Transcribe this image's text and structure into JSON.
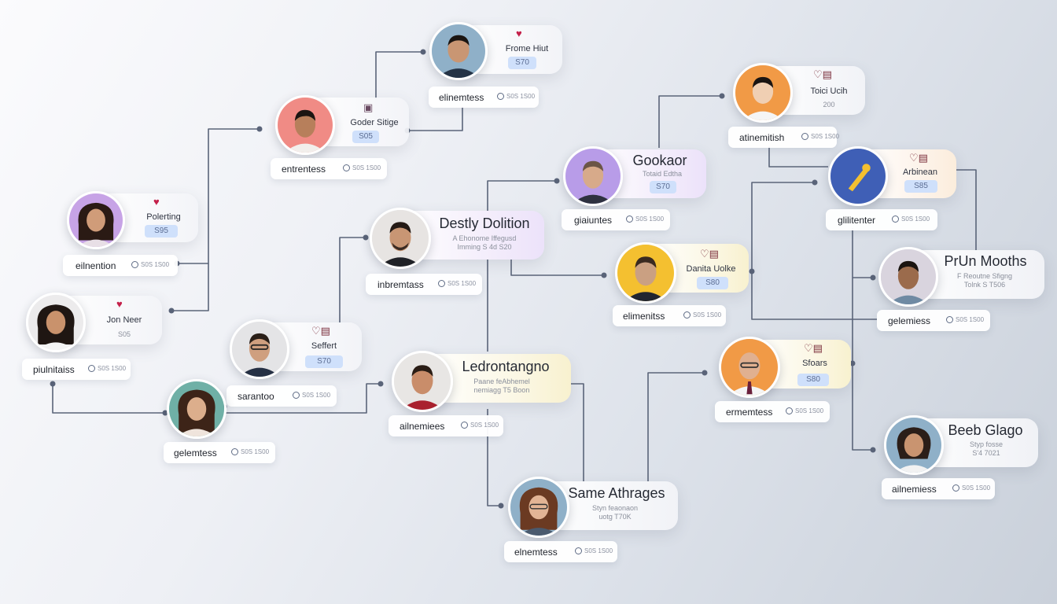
{
  "colors": {
    "connector": "#5a6479",
    "dot": "#5a6479",
    "pill_bg": "#cfe0fb",
    "avatar_backgrounds": {
      "coral": "#f08b85",
      "lavender": "#b89ce8",
      "orange": "#f19a46",
      "yellow": "#f4c030",
      "teal": "#6fb0a6",
      "steelblue": "#8fb0c8",
      "pink": "#f2c2cf",
      "navy": "#3f5fb6"
    }
  },
  "nodes": [
    {
      "id": "frome",
      "name": "Frome Hiut",
      "value": "S70",
      "label": "elinemtess",
      "icon": "heart-pin-icon"
    },
    {
      "id": "goder",
      "name": "Goder Sitige",
      "value": "S05",
      "label": "entrentess",
      "icon": "box-icon"
    },
    {
      "id": "toicu",
      "name": "Toici Ucih",
      "value": "200",
      "label": "atinemitish",
      "icon": "pin-box-icon"
    },
    {
      "id": "gookaor",
      "name": "Gookaor",
      "sub": "Totaid Edtha",
      "value": "S70",
      "label": "giaiuntes",
      "icon": ""
    },
    {
      "id": "arbinean",
      "name": "Arbinean",
      "value": "S85",
      "label": "glilitenter",
      "icon": "pin-box-icon"
    },
    {
      "id": "polerting",
      "name": "Polerting",
      "value": "S95",
      "label": "eilnention",
      "icon": "heart-pin-icon"
    },
    {
      "id": "destly",
      "name": "Destly Dolition",
      "sub": "A Ehonome Iffegusd\nImming S 4d S20",
      "label": "inbremtass",
      "icon": ""
    },
    {
      "id": "danita",
      "name": "Danita Uolke",
      "value": "S80",
      "label": "elimenitss",
      "icon": "heart-box-icon"
    },
    {
      "id": "prun",
      "name": "PrUn Mooths",
      "sub": "F Reoutne Sfigng\nTolnk S T506",
      "label": "gelemiess",
      "icon": ""
    },
    {
      "id": "jonneer",
      "name": "Jon Neer",
      "value": "S05",
      "label": "piulnitaiss",
      "icon": "heart-icon"
    },
    {
      "id": "seffert",
      "name": "Seffert",
      "value": "S70",
      "label": "sarantoo",
      "icon": "pin-box-icon"
    },
    {
      "id": "ledron",
      "name": "Ledrontangno",
      "sub": "Paane feAbhemel\nnemiagg T5 Boon",
      "label": "ailnemiees",
      "icon": ""
    },
    {
      "id": "sfoars",
      "name": "Sfoars",
      "value": "S80",
      "label": "ermemtess",
      "icon": "pin-box-icon"
    },
    {
      "id": "woman-green",
      "label": "gelemtess"
    },
    {
      "id": "same",
      "name": "Same Athrages",
      "sub": "Styn feaonaon\nuotg T70K",
      "label": "elnemtess",
      "icon": ""
    },
    {
      "id": "beeb",
      "name": "Beeb Glago",
      "sub": "Styp fosse\nS'4 7021",
      "label": "ailnemiess",
      "icon": ""
    }
  ],
  "label_small_text": "S0S 1S00"
}
